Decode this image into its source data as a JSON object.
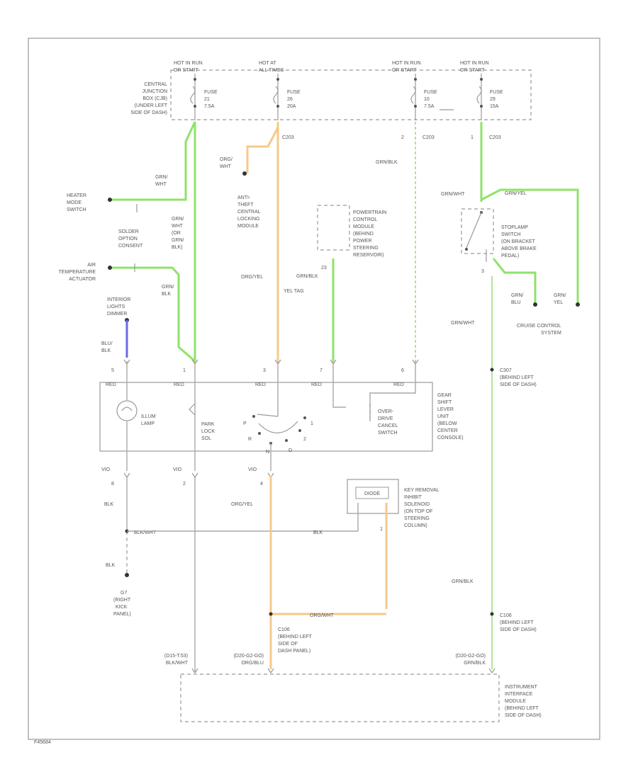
{
  "fuse_panel": {
    "hot1": [
      "HOT IN RUN",
      "OR START"
    ],
    "hot2": [
      "HOT AT",
      "ALL TIMES"
    ],
    "hot3": [
      "HOT IN RUN",
      "OR START"
    ],
    "hot4": [
      "HOT IN RUN",
      "OR START"
    ],
    "fuse1": [
      "FUSE",
      "21",
      "7.5A"
    ],
    "fuse2": [
      "FUSE",
      "26",
      "20A"
    ],
    "fuse3": [
      "FUSE",
      "10",
      "7.5A"
    ],
    "fuse4": [
      "FUSE",
      "29",
      "15A"
    ],
    "cjb": [
      "CENTRAL",
      "JUNCTION",
      "BOX (CJB)",
      "(UNDER LEFT",
      "SIDE OF DASH)"
    ],
    "c_a": "C203",
    "c_b": "C203",
    "c_c": "C203",
    "pin1": "2",
    "pin2": "1"
  },
  "left": {
    "grn_wht": [
      "GRN/",
      "WHT"
    ],
    "heater": [
      "HEATER",
      "MODE",
      "SWITCH"
    ],
    "grn_wht_or_grn_blk": [
      "GRN/",
      "WHT",
      "(OR",
      "GRN/",
      "BLK)"
    ],
    "solder": [
      "SOLDER",
      "OPTION",
      "CONSENT"
    ],
    "air": [
      "AIR",
      "TEMPERATURE",
      "ACTUATOR"
    ],
    "grn_blk": [
      "GRN/",
      "BLK"
    ],
    "interior": [
      "INTERIOR",
      "LIGHTS",
      "DIMMER"
    ],
    "blu_blk": [
      "BLU/",
      "BLK"
    ]
  },
  "middle": {
    "org_wht": [
      "ORG/",
      "WHT"
    ],
    "anti_theft": [
      "ANTI-",
      "THEFT",
      "CENTRAL",
      "LOCKING",
      "MODULE"
    ],
    "org_yel": "ORG/YEL",
    "yel_tag": "YEL TAG",
    "pcm": [
      "POWERTRAIN",
      "CONTROL",
      "MODULE",
      "(BEHIND",
      "POWER",
      "STEERING",
      "RESERVOIR)"
    ],
    "grn_blk2": "GRN/BLK",
    "pcm_pin": "23",
    "grn_blk3": "GRN/BLK"
  },
  "right": {
    "grn_wht": "GRN/WHT",
    "grn_yel": "GRN/YEL",
    "stoplamp": [
      "STOPLAMP",
      "SWITCH",
      "(ON BRACKET",
      "ABOVE BRAKE",
      "PEDAL)"
    ],
    "pin": "3",
    "grn_blu": [
      "GRN/",
      "BLU"
    ],
    "grn_yel2": [
      "GRN/",
      "YEL"
    ],
    "cruise": [
      "CRUISE CONTROL",
      "SYSTEM"
    ],
    "grn_wht2": "GRN/WHT",
    "c307": [
      "C307",
      "(BEHIND LEFT",
      "SIDE OF DASH)"
    ]
  },
  "gear_unit": {
    "pin5": "5",
    "pin1": "1",
    "pin3": "3",
    "pin7": "7",
    "pin6": "6",
    "red": "RED",
    "illum": [
      "ILLUM",
      "LAMP"
    ],
    "park_lock": [
      "PARK",
      "LOCK",
      "SOL"
    ],
    "gears": [
      "P",
      "R",
      "N",
      "D",
      "2",
      "1"
    ],
    "overdrive": [
      "OVER-",
      "DRIVE",
      "CANCEL",
      "SWITCH"
    ],
    "desc": [
      "GEAR",
      "SHIFT",
      "LEVER",
      "UNIT",
      "(BELOW",
      "CENTER",
      "CONSOLE)"
    ]
  },
  "lower": {
    "vio": "VIO",
    "pin8": "8",
    "pin2": "2",
    "pin4": "4",
    "blk": "BLK",
    "blk_wht": "BLK/WHT",
    "blk2": "BLK",
    "blk3": "BLK",
    "ground": [
      "G7",
      "(RIGHT",
      "KICK",
      "PANEL)"
    ],
    "org_yel": "ORG/YEL",
    "key_removal": [
      "KEY REMOVAL",
      "INHIBIT",
      "SOLENOID",
      "(ON TOP OF",
      "STEERING",
      "COLUMN)"
    ],
    "solenoid_box": "DIODE",
    "pin1": "1",
    "org_wht": "ORG/WHT",
    "c106": [
      "C106",
      "(BEHIND LEFT",
      "SIDE OF",
      "DASH PANEL)"
    ],
    "grn_blk": "GRN/BLK",
    "c106b": [
      "C106",
      "(BEHIND LEFT",
      "SIDE OF DASH)"
    ],
    "wire1": [
      "BLK/WHT",
      "(D15-T.53)"
    ],
    "wire2": [
      "ORG/BLU",
      "(D20-G2-GO)"
    ],
    "wire3": [
      "GRN/BLK",
      "(D20-G2-GO)"
    ],
    "ipc": [
      "INSTRUMENT",
      "INTERFACE",
      "MODULE",
      "(BEHIND LEFT",
      "SIDE OF DASH)"
    ],
    "code": "F45684"
  }
}
